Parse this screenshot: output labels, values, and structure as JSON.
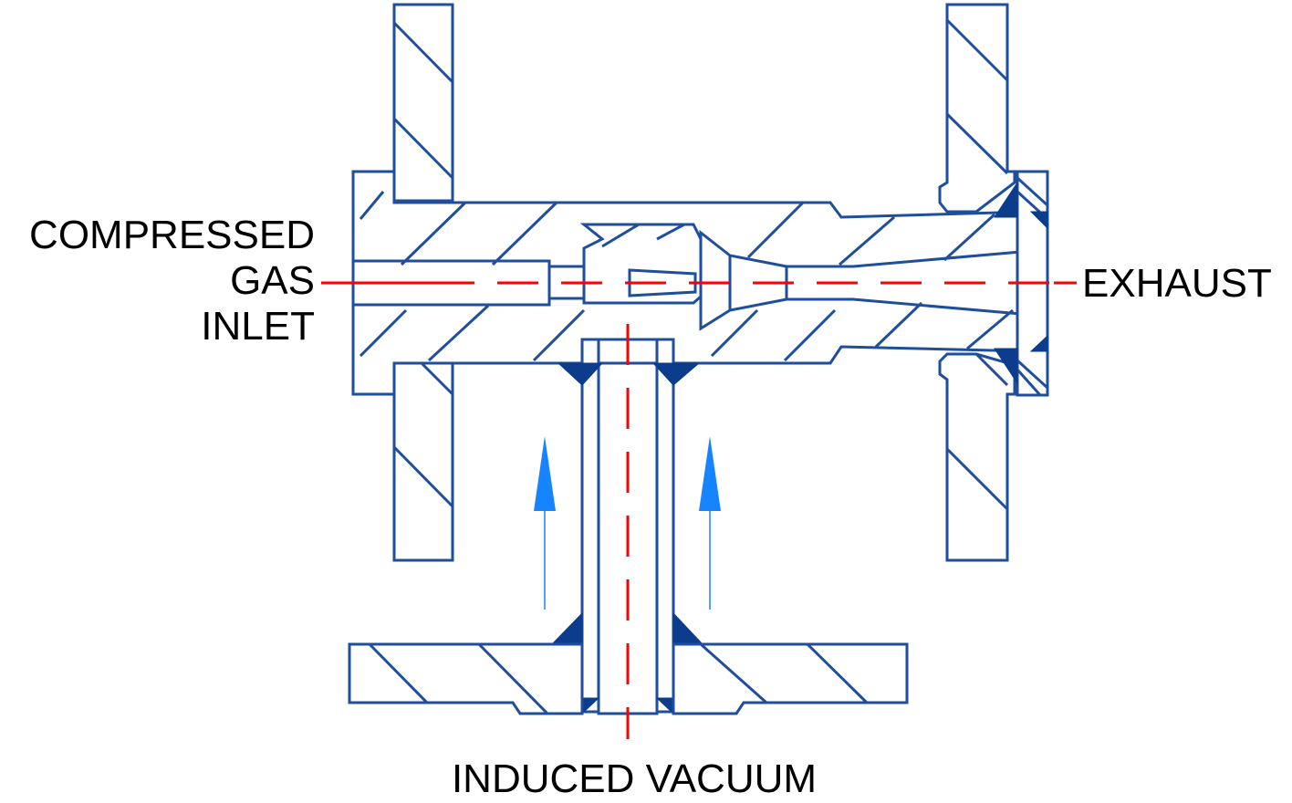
{
  "labels": {
    "inlet_line1": "COMPRESSED",
    "inlet_line2": "GAS",
    "inlet_line3": "INLET",
    "exhaust": "EXHAUST",
    "vacuum": "INDUCED VACUUM"
  },
  "colors": {
    "outline": "#1f4e9c",
    "weld": "#0b3d8c",
    "centerline": "#ff0000",
    "flow_arrow": "#1683ff",
    "text": "#000000"
  }
}
